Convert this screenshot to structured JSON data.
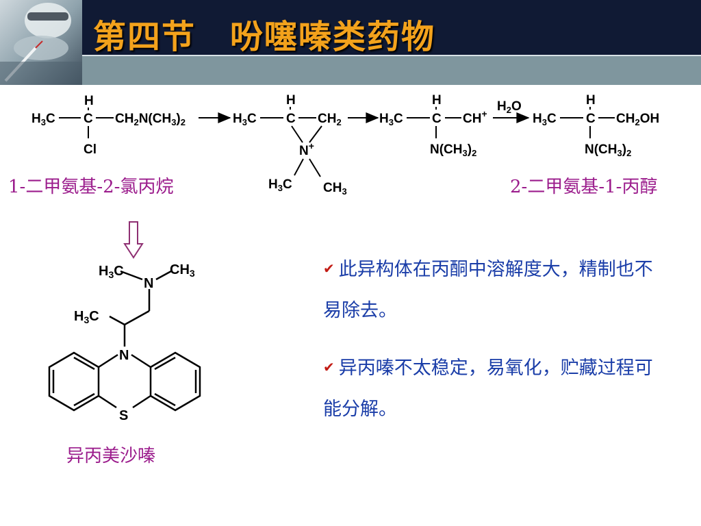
{
  "slide": {
    "title": "第四节　吩噻嗪类药物"
  },
  "reaction": {
    "reactant_name": "1-二甲氨基-2-氯丙烷",
    "product_name": "2-二甲氨基-1-丙醇",
    "reagent": "H2O"
  },
  "drug": {
    "name": "异丙美沙嗪"
  },
  "notes": [
    {
      "text": "此异构体在丙酮中溶解度大，精制也不易除去。"
    },
    {
      "text": "异丙嗪不太稳定，易氧化，贮藏过程可能分解。"
    }
  ],
  "colors": {
    "header_dark": "#101a34",
    "header_band": "#7f969e",
    "title": "#f3a21c",
    "caption": "#9b1c8c",
    "note_text": "#1a3da8",
    "check": "#c21b14"
  },
  "icons": {
    "note_marker": "check-icon",
    "transform_marker": "hollow-down-arrow-icon"
  }
}
